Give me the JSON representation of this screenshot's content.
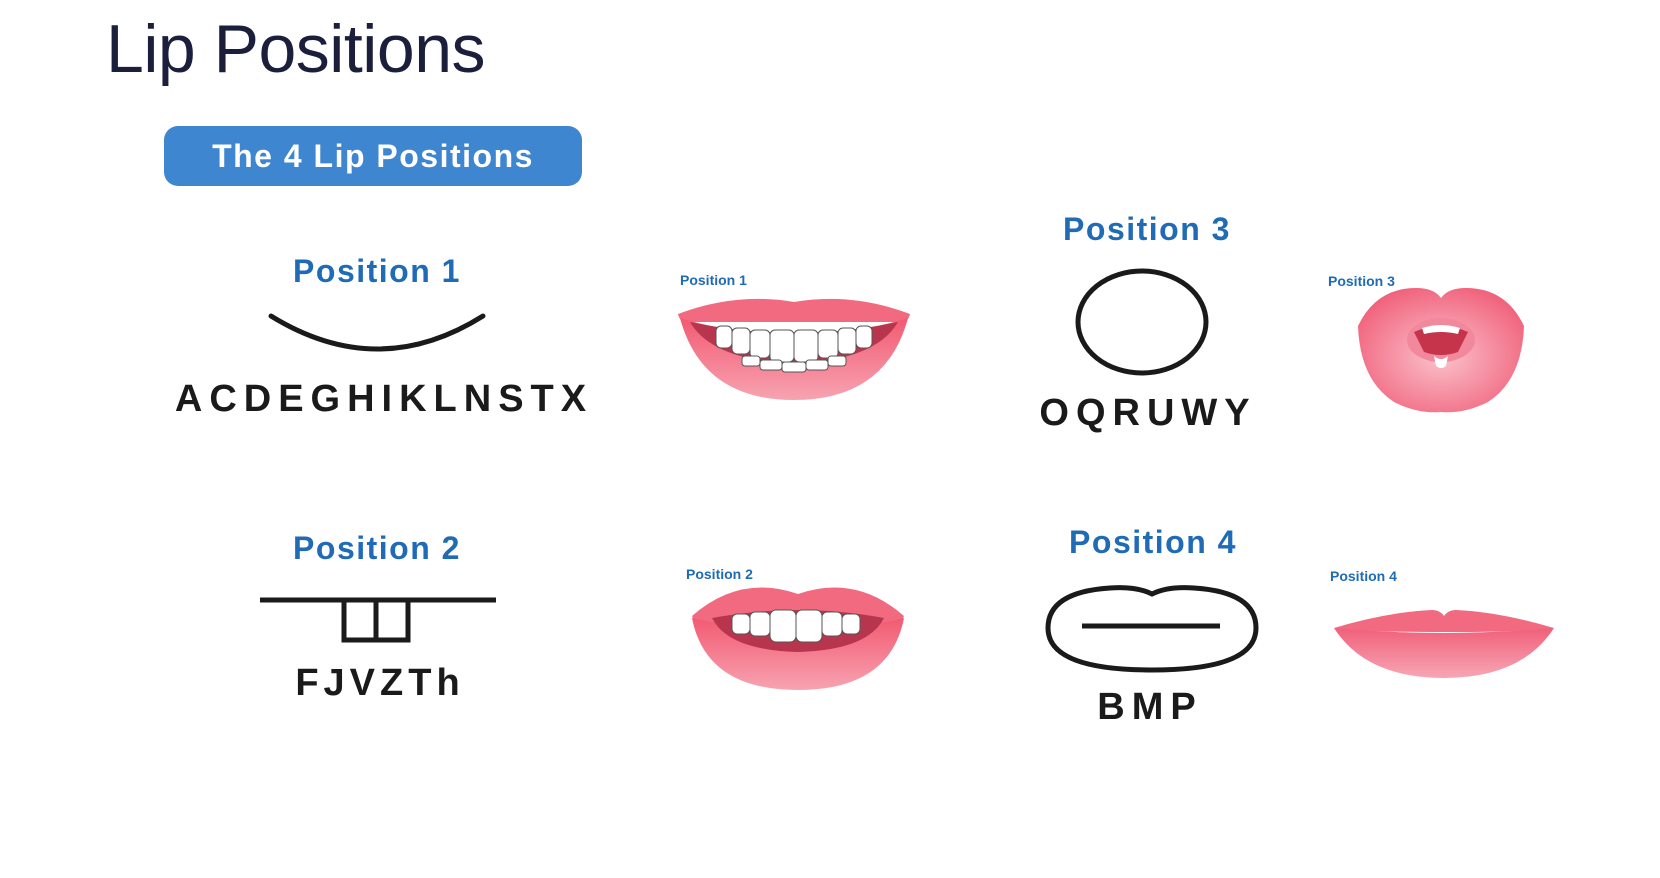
{
  "title": "Lip Positions",
  "badge": "The 4 Lip Positions",
  "positions": [
    {
      "heading": "Position 1",
      "letters": "ACDEGHIKLNSTX",
      "image_label": "Position 1",
      "symbol": "smile-curve-icon",
      "mouth": "open-smile-teeth"
    },
    {
      "heading": "Position 2",
      "letters": "FJVZTh",
      "image_label": "Position 2",
      "symbol": "teeth-on-lip-icon",
      "mouth": "teeth-on-lower-lip"
    },
    {
      "heading": "Position 3",
      "letters": "OQRUWY",
      "image_label": "Position 3",
      "symbol": "circle-icon",
      "mouth": "rounded-lips"
    },
    {
      "heading": "Position 4",
      "letters": "BMP",
      "image_label": "Position 4",
      "symbol": "closed-lips-icon",
      "mouth": "closed-lips"
    }
  ],
  "colors": {
    "heading_blue": "#1f6bb5",
    "badge_blue": "#3f86d0",
    "lip_pink": "#f26a80",
    "title_navy": "#1b1f3b"
  }
}
